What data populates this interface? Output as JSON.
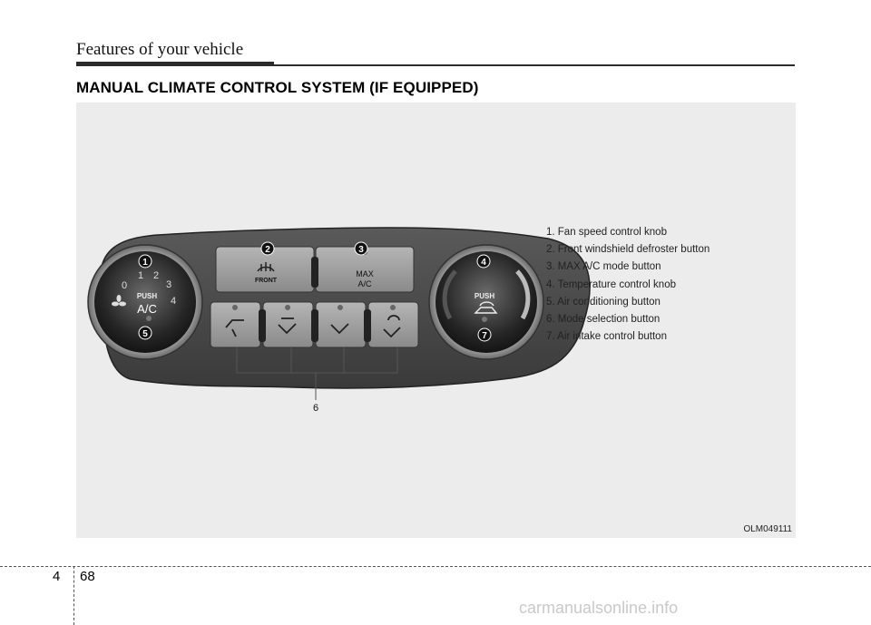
{
  "header": {
    "title": "Features of your vehicle"
  },
  "section": {
    "title": "MANUAL CLIMATE CONTROL SYSTEM (IF EQUIPPED)"
  },
  "figure": {
    "code": "OLM049111",
    "panel": {
      "fan_knob": {
        "speeds": [
          "0",
          "1",
          "2",
          "3",
          "4"
        ],
        "push_label": "PUSH",
        "ac_label": "A/C",
        "icon": "fan-icon"
      },
      "temp_knob": {
        "push_label": "PUSH",
        "icon": "recirculation-car-icon"
      },
      "front_button": {
        "label": "FRONT",
        "icon": "defroster-icon"
      },
      "max_button": {
        "line1": "MAX",
        "line2": "A/C"
      },
      "mode_icons": [
        "face-vent-icon",
        "bi-level-icon",
        "floor-icon",
        "floor-defrost-icon"
      ]
    },
    "callouts": [
      "1",
      "2",
      "3",
      "4",
      "5",
      "6",
      "7"
    ],
    "legend": [
      "1. Fan speed control knob",
      "2. Front windshield defroster button",
      "3. MAX A/C mode button",
      "4. Temperature control knob",
      "5. Air conditioning button",
      "6. Mode selection button",
      "7. Air intake control button"
    ]
  },
  "footer": {
    "chapter": "4",
    "page": "68"
  },
  "watermark": "carmanualsonline.info"
}
